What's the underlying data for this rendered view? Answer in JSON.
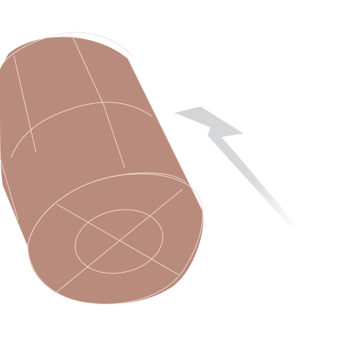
{
  "scene": {
    "background_color": "#ffffff",
    "objects": [
      {
        "id": "cylinder",
        "kind": "3d-wireframe-cylinder",
        "fill_color": "#b98b7d",
        "wire_color": "#f2ddd4"
      },
      {
        "id": "arrow",
        "kind": "3d-bent-arrow",
        "gradient_start": "#d3d5d6",
        "gradient_end": "#ffffff"
      }
    ]
  }
}
